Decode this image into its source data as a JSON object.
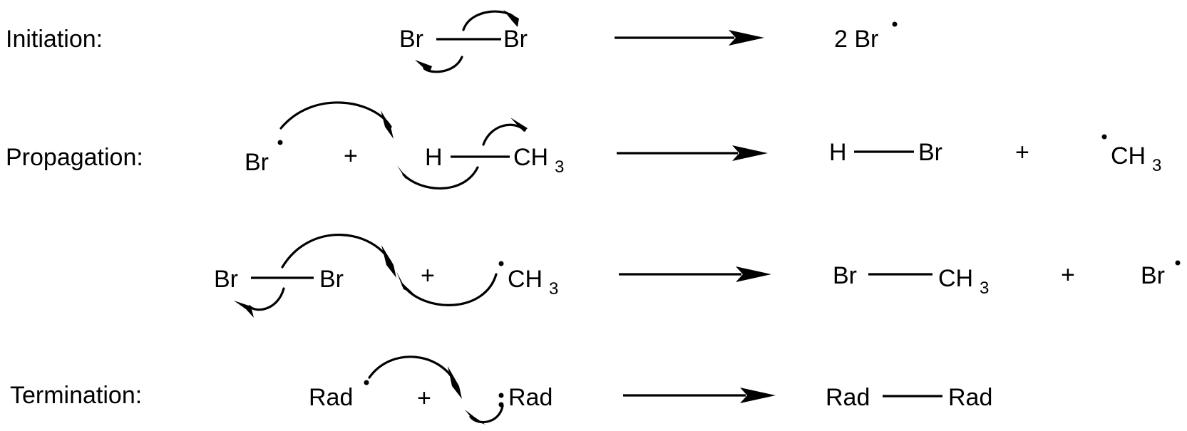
{
  "labels": {
    "initiation": "Initiation:",
    "propagation": "Propagation:",
    "termination": "Termination:"
  },
  "atoms": {
    "br": "Br",
    "h": "H",
    "ch": "CH",
    "sub3": "3",
    "rad": "Rad",
    "two_br": "2 Br",
    "plus": "+"
  }
}
